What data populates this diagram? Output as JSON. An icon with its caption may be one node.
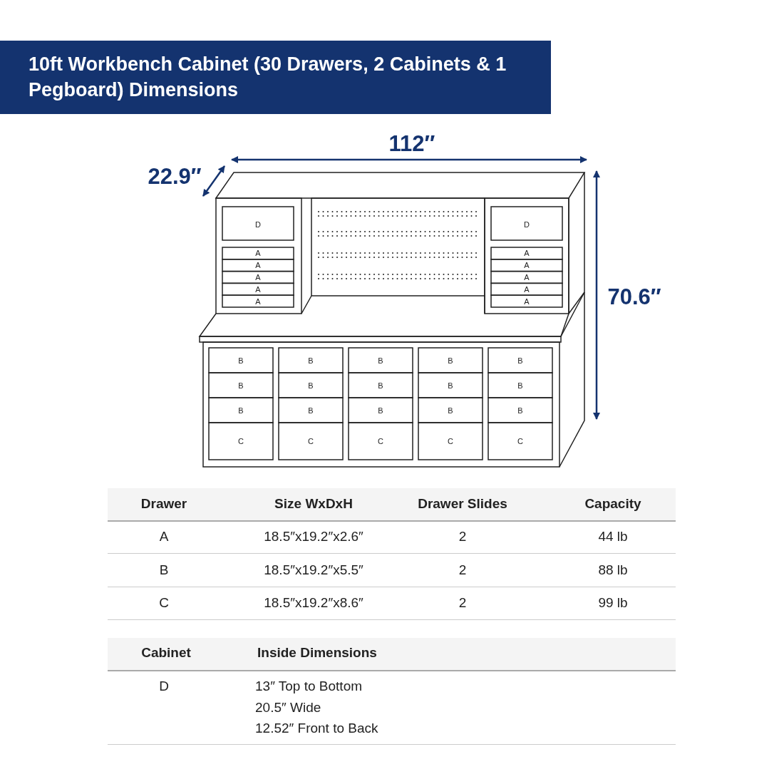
{
  "diagram": {
    "title": "10ft Workbench Cabinet (30 Drawers, 2 Cabinets & 1 Pegboard) Dimensions",
    "labels": [
      "112″",
      "22.9″",
      "70.6″",
      "D",
      "D",
      "A",
      "A",
      "A",
      "A",
      "A",
      "A",
      "A",
      "A",
      "A",
      "A",
      "B",
      "B",
      "B",
      "B",
      "B",
      "B",
      "B",
      "B",
      "B",
      "B",
      "B",
      "B",
      "B",
      "B",
      "B",
      "C",
      "C",
      "C",
      "C",
      "C",
      "Drawer",
      "Size WxDxH",
      "Drawer Slides",
      "Capacity",
      "A",
      "18.5″x19.2″x2.6″",
      "2",
      "44 lb",
      "B",
      "18.5″x19.2″x5.5″",
      "2",
      "88 lb",
      "C",
      "18.5″x19.2″x8.6″",
      "2",
      "99 lb",
      "Cabinet",
      "Inside Dimensions",
      "D",
      "13″ Top to Bottom",
      "20.5″ Wide",
      "12.52″ Front to Back"
    ]
  }
}
